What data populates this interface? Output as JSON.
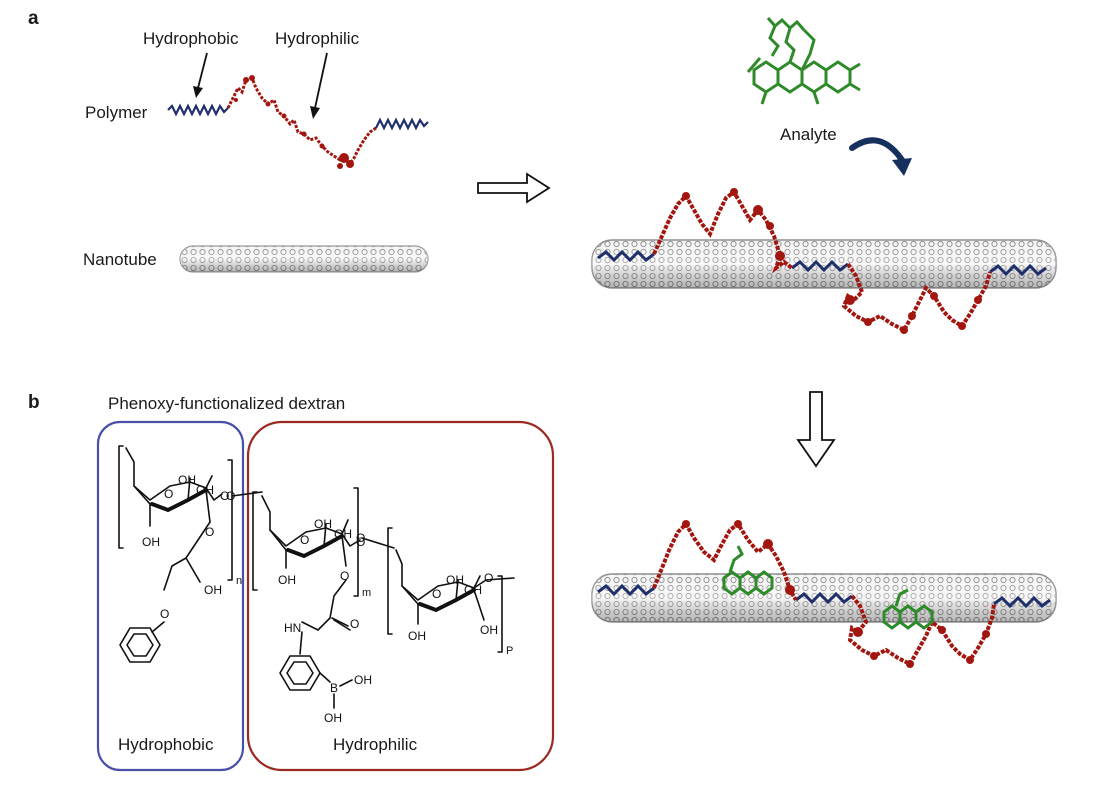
{
  "panel_a": {
    "letter": "a",
    "hydrophobic_label": "Hydrophobic",
    "hydrophilic_label": "Hydrophilic",
    "polymer_label": "Polymer",
    "nanotube_label": "Nanotube",
    "analyte_label": "Analyte"
  },
  "panel_b": {
    "letter": "b",
    "title": "Phenoxy-functionalized dextran",
    "hydrophobic_box_label": "Hydrophobic",
    "hydrophilic_box_label": "Hydrophilic",
    "atoms": {
      "oh": "OH",
      "o": "O",
      "hn": "HN",
      "b": "B",
      "sub_n": "n",
      "sub_m": "m",
      "sub_p": "P"
    }
  },
  "colors": {
    "hydrophobic_chain": "#1f2f6b",
    "hydrophilic_chain": "#a3160f",
    "analyte": "#2f8a2a",
    "hydrophobic_box": "#4a4fa8",
    "hydrophilic_box": "#9b2a22",
    "nanotube": "#c9c9c9"
  }
}
